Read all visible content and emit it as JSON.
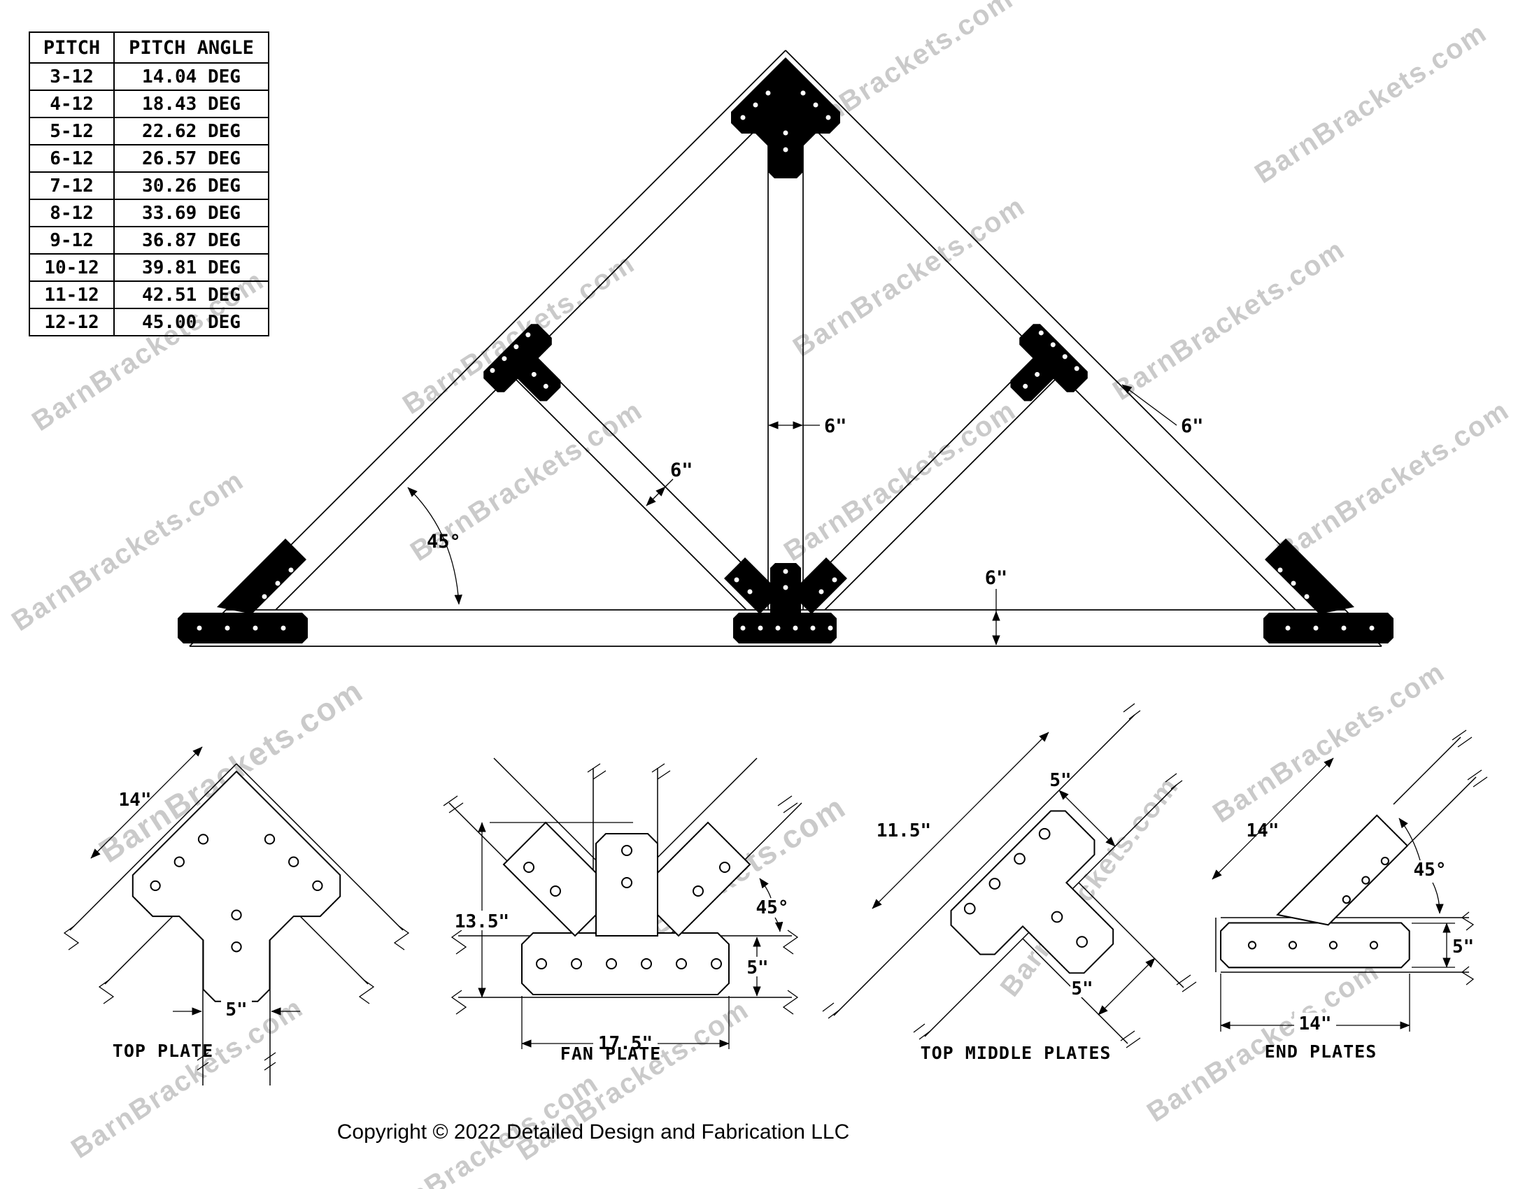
{
  "pitch_table": {
    "headers": [
      "PITCH",
      "PITCH ANGLE"
    ],
    "rows": [
      [
        "3-12",
        "14.04 DEG"
      ],
      [
        "4-12",
        "18.43 DEG"
      ],
      [
        "5-12",
        "22.62 DEG"
      ],
      [
        "6-12",
        "26.57 DEG"
      ],
      [
        "7-12",
        "30.26 DEG"
      ],
      [
        "8-12",
        "33.69 DEG"
      ],
      [
        "9-12",
        "36.87 DEG"
      ],
      [
        "10-12",
        "39.81 DEG"
      ],
      [
        "11-12",
        "42.51 DEG"
      ],
      [
        "12-12",
        "45.00 DEG"
      ]
    ]
  },
  "truss": {
    "dim_king_post_width": "6\"",
    "dim_web_width": "6\"",
    "dim_top_chord_width": "6\"",
    "dim_bottom_chord_height": "6\"",
    "pitch_angle": "45°"
  },
  "details": {
    "top_plate": {
      "label": "TOP PLATE",
      "dim_edge": "14\"",
      "dim_tab": "5\""
    },
    "fan_plate": {
      "label": "FAN PLATE",
      "dim_height": "13.5\"",
      "dim_base": "17.5\"",
      "dim_chord": "5\"",
      "angle": "45°"
    },
    "top_middle": {
      "label": "TOP MIDDLE PLATES",
      "dim_bar": "11.5\"",
      "dim_chord": "5\"",
      "dim_leg": "5\""
    },
    "end_plates": {
      "label": "END PLATES",
      "dim_arm": "14\"",
      "dim_base": "14\"",
      "dim_side": "5\"",
      "angle": "45°"
    }
  },
  "watermark": "BarnBrackets.com",
  "footer": {
    "copyright": "Copyright © 2022 Detailed Design and Fabrication LLC"
  }
}
